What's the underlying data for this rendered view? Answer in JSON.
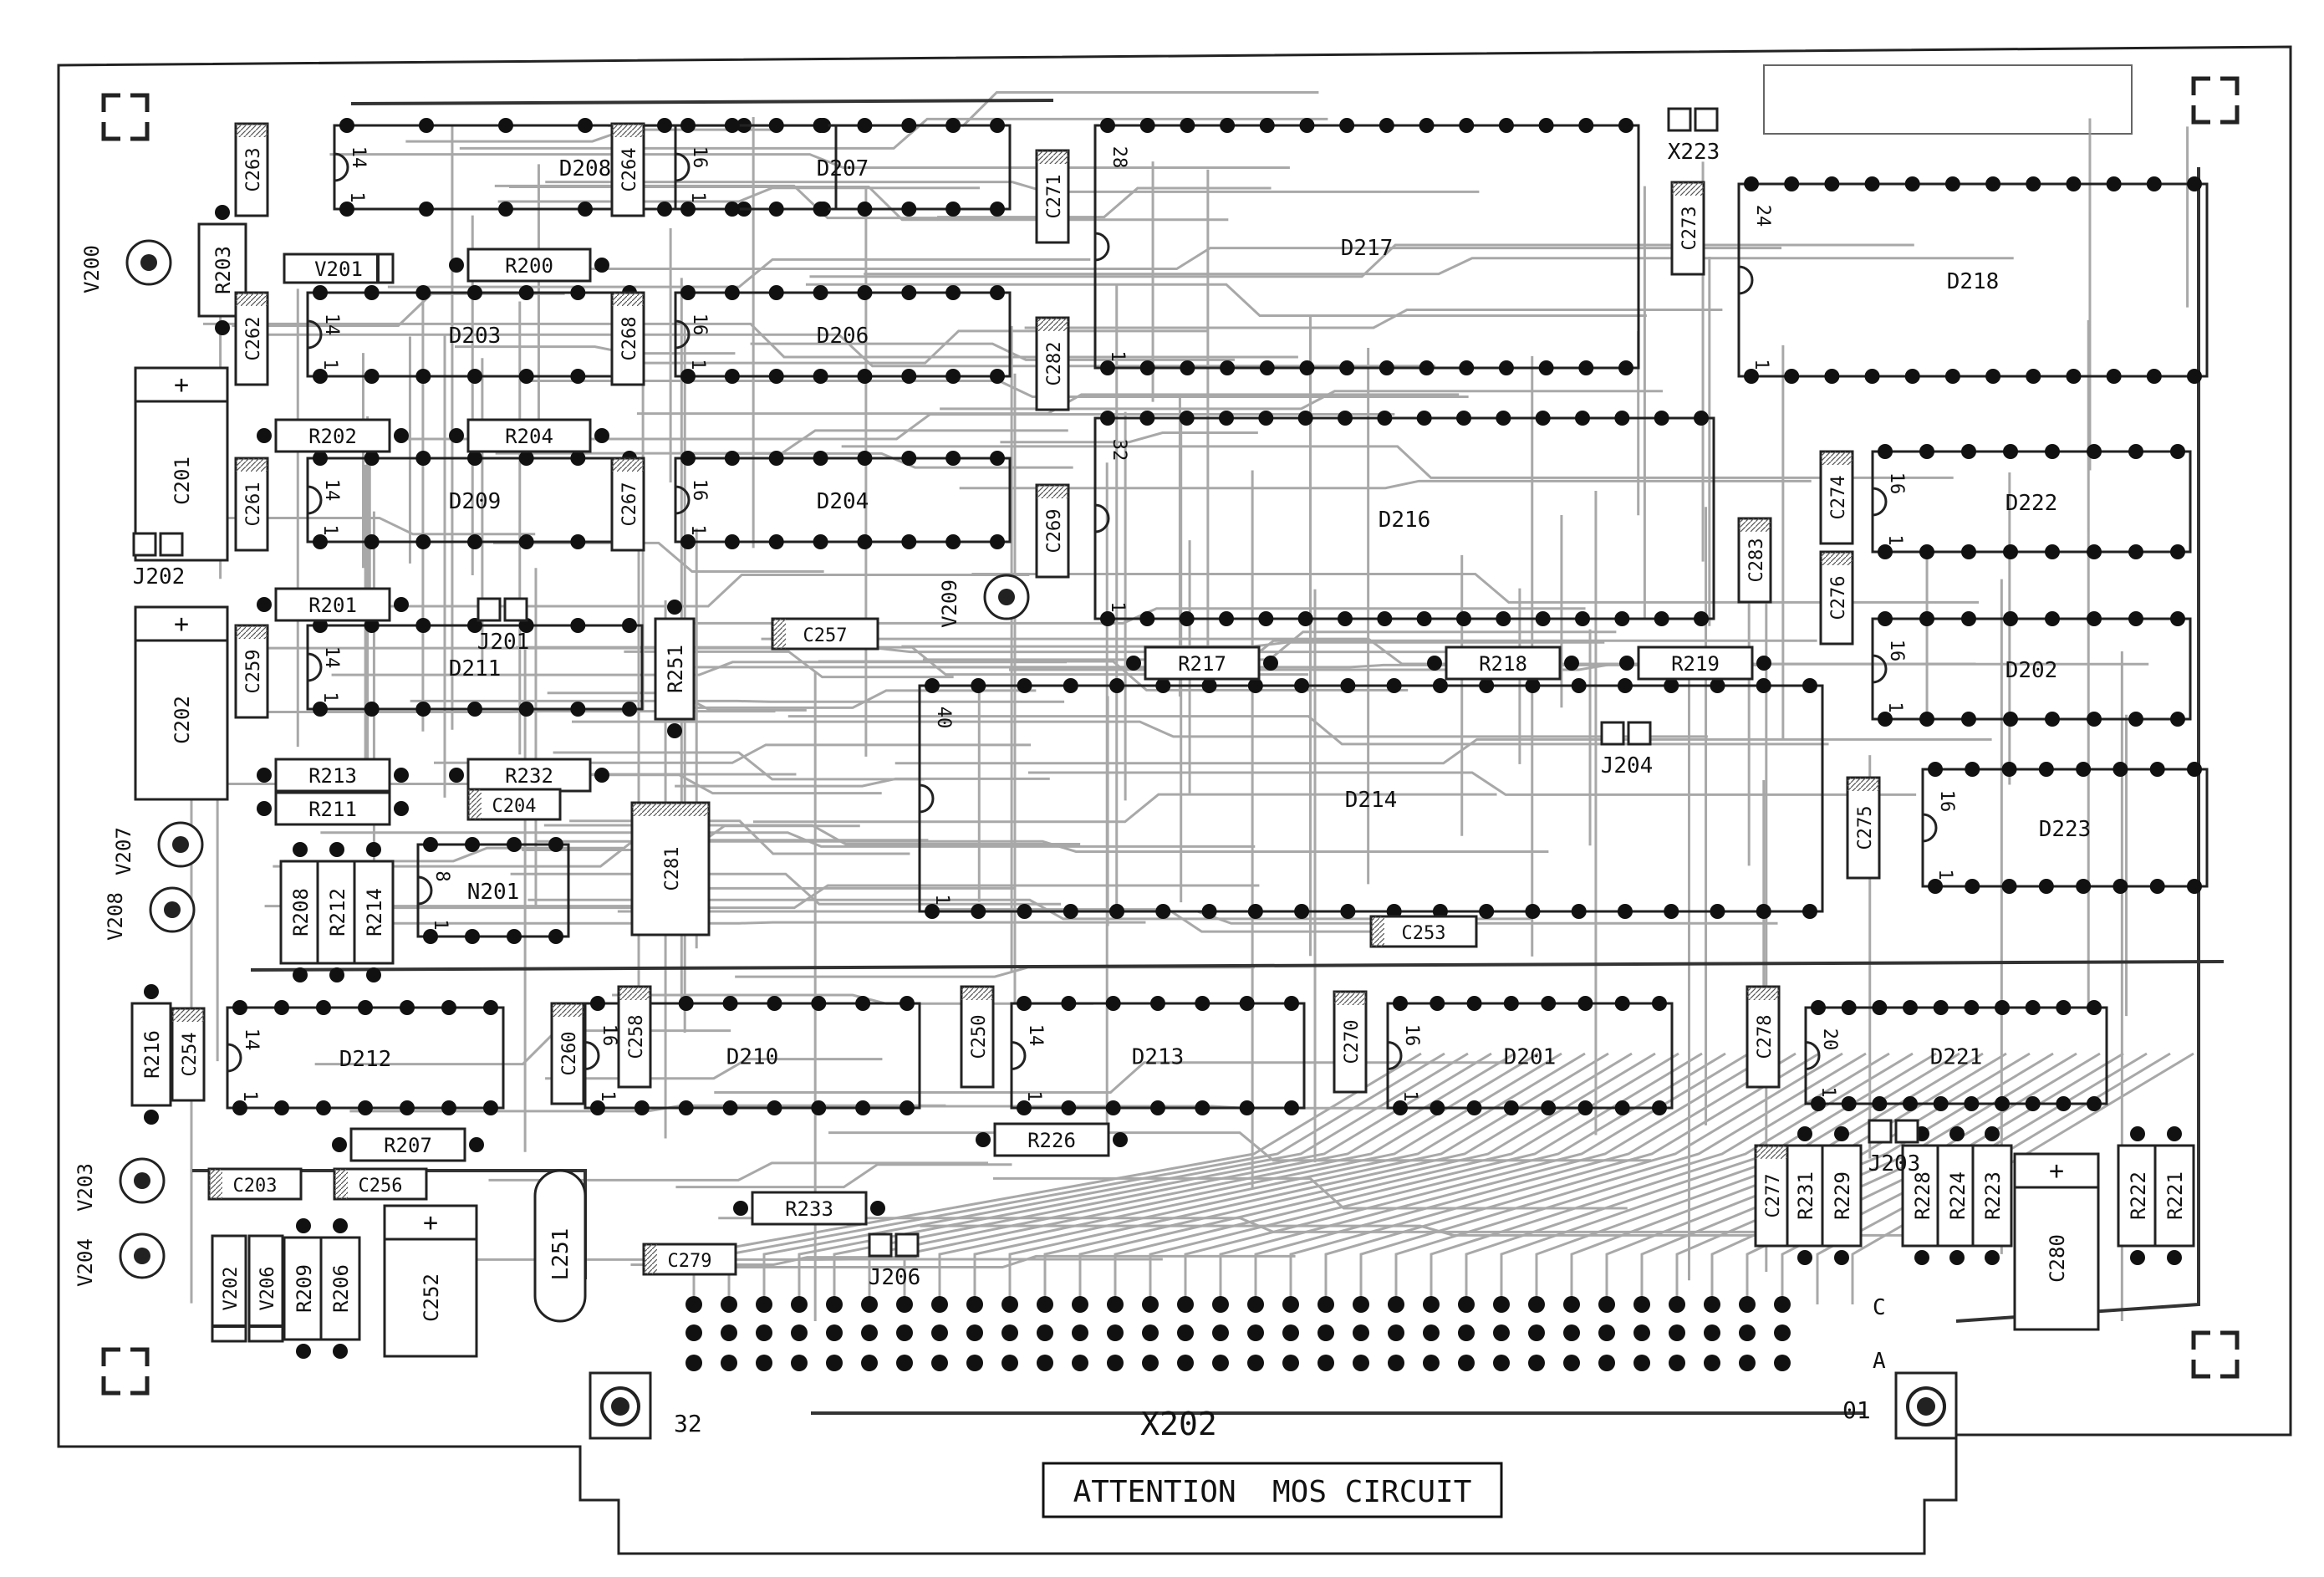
{
  "notice": "ATTENTION  MOS CIRCUIT",
  "connector": {
    "name": "X202",
    "pin_left": "32",
    "pin_right": "01",
    "row_c": "C",
    "row_a": "A"
  },
  "ics": [
    {
      "ref": "D208",
      "pins": "14",
      "pin1": "1"
    },
    {
      "ref": "D207",
      "pins": "16",
      "pin1": "1"
    },
    {
      "ref": "D203",
      "pins": "14",
      "pin1": "1"
    },
    {
      "ref": "D206",
      "pins": "16",
      "pin1": "1"
    },
    {
      "ref": "D209",
      "pins": "14",
      "pin1": "1"
    },
    {
      "ref": "D204",
      "pins": "16",
      "pin1": "1"
    },
    {
      "ref": "D211",
      "pins": "14",
      "pin1": "1"
    },
    {
      "ref": "D217",
      "pins": "28",
      "pin1": "1"
    },
    {
      "ref": "D216",
      "pins": "32",
      "pin1": "1"
    },
    {
      "ref": "D218",
      "pins": "24",
      "pin1": "1"
    },
    {
      "ref": "D222",
      "pins": "16",
      "pin1": "1"
    },
    {
      "ref": "D202",
      "pins": "16",
      "pin1": "1"
    },
    {
      "ref": "D214",
      "pins": "40",
      "pin1": "1"
    },
    {
      "ref": "D223",
      "pins": "16",
      "pin1": "1"
    },
    {
      "ref": "N201",
      "pins": "8",
      "pin1": "1"
    },
    {
      "ref": "D212",
      "pins": "14",
      "pin1": "1"
    },
    {
      "ref": "D210",
      "pins": "16",
      "pin1": "1"
    },
    {
      "ref": "D213",
      "pins": "14",
      "pin1": "1"
    },
    {
      "ref": "D201",
      "pins": "16",
      "pin1": "1"
    },
    {
      "ref": "D221",
      "pins": "20",
      "pin1": "1"
    }
  ],
  "resistors": [
    "R203",
    "R200",
    "R202",
    "R204",
    "R201",
    "R213",
    "R232",
    "R211",
    "R208",
    "R212",
    "R214",
    "R216",
    "R207",
    "R209",
    "R206",
    "R251",
    "R217",
    "R218",
    "R219",
    "R226",
    "R233",
    "R231",
    "R229",
    "R228",
    "R224",
    "R223",
    "R222",
    "R221"
  ],
  "capacitors": [
    "C263",
    "C262",
    "C261",
    "C259",
    "C264",
    "C268",
    "C267",
    "C271",
    "C282",
    "C269",
    "C273",
    "C283",
    "C274",
    "C276",
    "C257",
    "C258",
    "C204",
    "C281",
    "C275",
    "C253",
    "C254",
    "C260",
    "C250",
    "C270",
    "C278",
    "C203",
    "C256",
    "C279",
    "C277",
    "C201",
    "C202",
    "C252",
    "C280"
  ],
  "transistors": [
    "V200",
    "V207",
    "V208",
    "V203",
    "V204",
    "V209"
  ],
  "diodes": [
    "V201",
    "V202",
    "V206"
  ],
  "jumpers": [
    "J202",
    "J201",
    "J204",
    "J206",
    "J203",
    "X223"
  ],
  "inductor": "L251",
  "polarity": "+"
}
